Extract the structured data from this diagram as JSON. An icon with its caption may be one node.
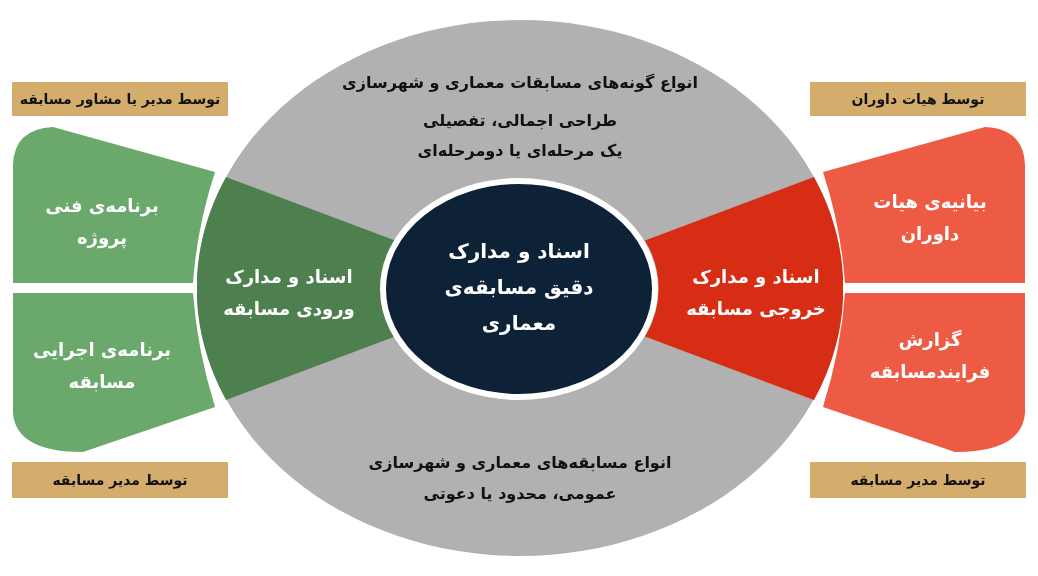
{
  "diagram": {
    "nodes": [
      {
        "text": [
          "انواع گونه‌های مسابقات معماری و شهرسازی",
          "طراحی اجمالی، تفصیلی",
          "یک مرحله‌ای یا دومرحله‌ای",
          "انواع مسابقه‌های معماری و شهرسازی",
          "عمومی، محدود یا دعوتی"
        ]
      },
      {
        "text": [
          "توسط مدیر یا مشاور مسابقه"
        ]
      },
      {
        "text": [
          "توسط هیات داوران"
        ]
      },
      {
        "text": [
          "برنامه‌ی فنی پروژه"
        ]
      },
      {
        "text": [
          "اسناد و مدارک ورودی مسابقه"
        ],
        "in": 0
      },
      {
        "text": [
          "اسناد و مدارک دقیق مسابقه‌ی معماری"
        ],
        "in": 0
      },
      {
        "text": [
          "اسناد و مدارک خروجی مسابقه"
        ],
        "in": 0
      },
      {
        "text": [
          "بیانیه‌ی هیات داوران"
        ]
      },
      {
        "text": [
          "برنامه‌ی اجرایی مسابقه"
        ]
      },
      {
        "text": [
          "گزارش فرایندمسابقه"
        ]
      },
      {
        "text": [
          "توسط مدیر مسابقه"
        ]
      },
      {
        "text": [
          "توسط مدیر مسابقه"
        ]
      }
    ]
  }
}
